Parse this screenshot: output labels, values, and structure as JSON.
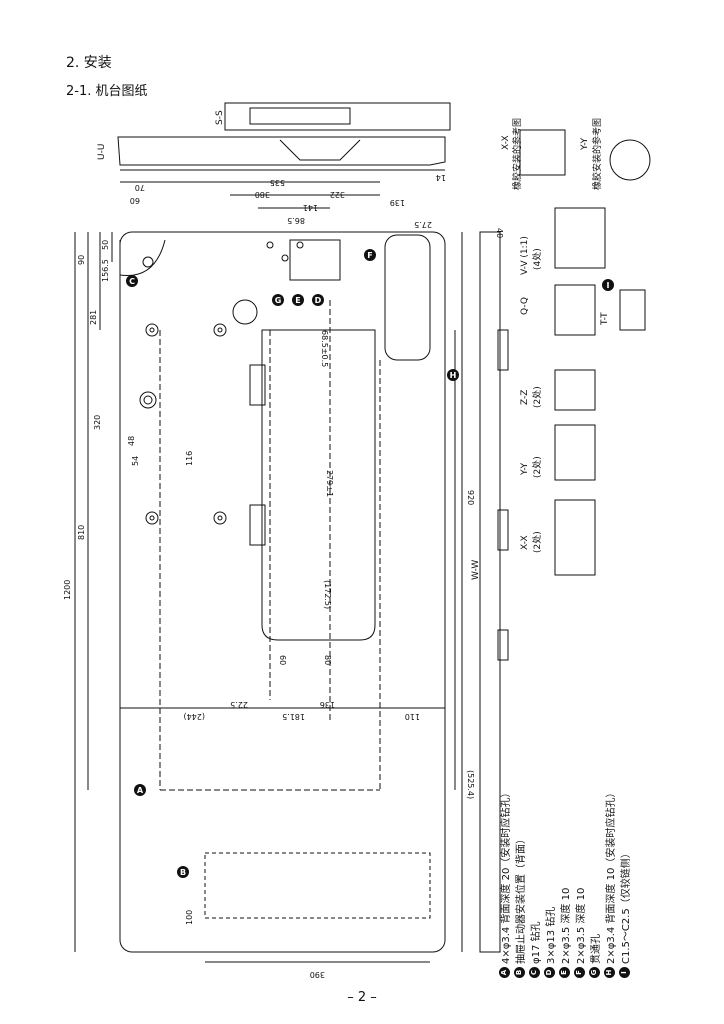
{
  "heading": "2. 安装",
  "subheading": "2-1. 机台图纸",
  "page_number": "– 2 –",
  "section_labels": {
    "ss": "S-S",
    "uu": "U-U",
    "ww": "W-W",
    "xx_ref": "X-X",
    "yy_ref": "Y-Y",
    "rubber_ref": "橡胶安装的参考图",
    "vv": "V-V (1:1)",
    "vv_count": "(4处)",
    "qq": "Q-Q",
    "tt": "T-T",
    "zz": "Z-Z",
    "yy": "Y-Y",
    "xx": "X-X",
    "two_places": "(2处)"
  },
  "dimensions": {
    "d1200": "1200",
    "d810": "810",
    "d281": "281",
    "d320": "320",
    "d156": "156.5",
    "d90": "90",
    "d50": "50",
    "d48": "48",
    "d54": "54",
    "d116": "116",
    "d535": "535",
    "d380": "380",
    "d322": "322",
    "d141": "141",
    "d86": "86.5",
    "d70": "70",
    "d60": "60",
    "d139": "139",
    "d27": "27.5",
    "d920": "920",
    "d525": "(525.4)",
    "d244": "(244)",
    "d110": "110",
    "d136": "136",
    "d181": "181.5",
    "d22": "22.5",
    "d390": "390",
    "d100": "100",
    "d279": "279±1",
    "d68": "68.5±0.5",
    "d172": "(172.5)",
    "d60b": "60",
    "d80": "80",
    "d40": "40",
    "d14": "14"
  },
  "markers": [
    "A",
    "B",
    "C",
    "D",
    "E",
    "F",
    "G",
    "H",
    "I"
  ],
  "legend": [
    {
      "mark": "A",
      "text": "4×φ3.4 背面深度 20（安装时应钻孔）"
    },
    {
      "mark": "B",
      "text": "抽屉止动器安装位置（背面）"
    },
    {
      "mark": "C",
      "text": "φ17 钻孔"
    },
    {
      "mark": "D",
      "text": "3×φ13 钻孔"
    },
    {
      "mark": "E",
      "text": "2×φ3.5 深度 10"
    },
    {
      "mark": "F",
      "text": "2×φ3.5 深度 10"
    },
    {
      "mark": "G",
      "text": "贯通孔"
    },
    {
      "mark": "H",
      "text": "2×φ3.4 背面深度 10（安装时应钻孔）"
    },
    {
      "mark": "I",
      "text": "C1.5～C2.5（仅较链侧）"
    }
  ]
}
